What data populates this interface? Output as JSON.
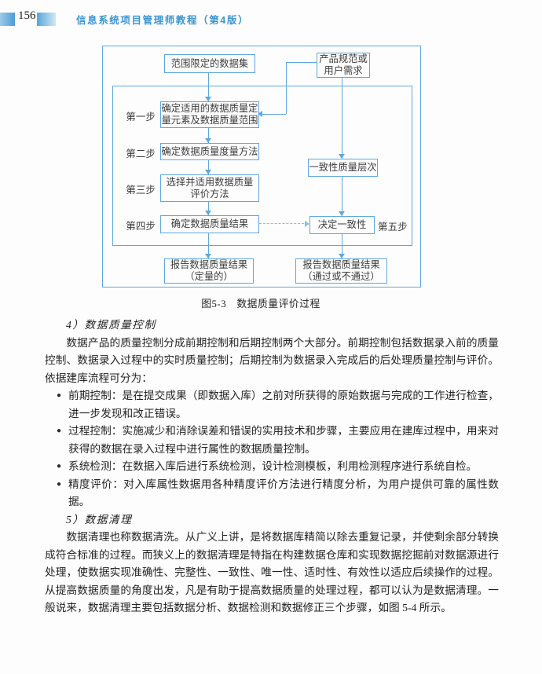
{
  "header": {
    "page_number": "156",
    "book_title": "信息系统项目管理师教程（第4版）"
  },
  "figure": {
    "caption": "图5-3　数据质量评价过程",
    "dataset_box": "范围限定的数据集",
    "product_box_lines": [
      "产品规范或",
      "用户需求"
    ],
    "steps": [
      {
        "label": "第一步",
        "lines": [
          "确定适用的数据质量定",
          "量元素及数据质量范围"
        ]
      },
      {
        "label": "第二步",
        "lines": [
          "确定数据质量度量方法"
        ]
      },
      {
        "label": "第三步",
        "lines": [
          "选择并适用数据质量",
          "评价方法"
        ]
      },
      {
        "label": "第四步",
        "lines": [
          "确定数据质量结果"
        ]
      }
    ],
    "conformance_box": "一致性质量层次",
    "decide_box": "决定一致性",
    "step5_label": "第五步",
    "report_left_lines": [
      "报告数据质量结果",
      "（定量的）"
    ],
    "report_right_lines": [
      "报告数据质量结果",
      "（通过或不通过）"
    ]
  },
  "content": {
    "bullet_marker": "●",
    "heading4": "4）数据质量控制",
    "para4": "数据产品的质量控制分成前期控制和后期控制两个大部分。前期控制包括数据录入前的质量控制、数据录入过程中的实时质量控制；后期控制为数据录入完成后的后处理质量控制与评价。依据建库流程可分为：",
    "bullets": [
      "前期控制：是在提交成果（即数据入库）之前对所获得的原始数据与完成的工作进行检查，进一步发现和改正错误。",
      "过程控制：实施减少和消除误差和错误的实用技术和步骤，主要应用在建库过程中，用来对获得的数据在录入过程中进行属性的数据质量控制。",
      "系统检测：在数据入库后进行系统检测，设计检测模板，利用检测程序进行系统自检。",
      "精度评价：对入库属性数据用各种精度评价方法进行精度分析，为用户提供可靠的属性数据。"
    ],
    "heading5": "5）数据清理",
    "para5": "数据清理也称数据清洗。从广义上讲，是将数据库精简以除去重复记录，并使剩余部分转换成符合标准的过程。而狭义上的数据清理是特指在构建数据仓库和实现数据挖掘前对数据源进行处理，使数据实现准确性、完整性、一致性、唯一性、适时性、有效性以适应后续操作的过程。从提高数据质量的角度出发，凡是有助于提高数据质量的处理过程，都可以认为是数据清理。一般说来，数据清理主要包括数据分析、数据检测和数据修正三个步骤，如图 5-4 所示。"
  },
  "colors": {
    "flow_line_blue": "#5fa8dc",
    "dashed_blue": "#82c1e8",
    "title_blue": "#3c95d0",
    "text_dark": "#242424"
  }
}
